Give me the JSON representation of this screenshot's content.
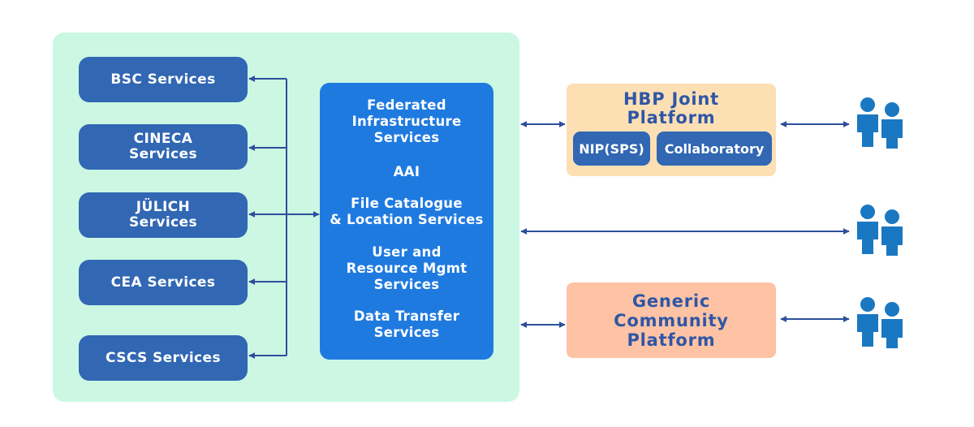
{
  "left_services": [
    {
      "label": "BSC Services"
    },
    {
      "label": "CINECA\nServices"
    },
    {
      "label": "JÜLICH\nServices"
    },
    {
      "label": "CEA Services"
    },
    {
      "label": "CSCS Services"
    }
  ],
  "federated": {
    "blocks": [
      "Federated\nInfrastructure\nServices",
      "AAI",
      "File Catalogue\n& Location Services",
      "User and\nResource Mgmt\nServices",
      "Data Transfer\nServices"
    ]
  },
  "hbp_platform": {
    "title": "HBP Joint\nPlatform",
    "nip_label": "NIP(SPS)",
    "collab_label": "Collaboratory"
  },
  "generic_platform": {
    "title": "Generic\nCommunity\nPlatform"
  },
  "icons": [
    "users-icon",
    "users-icon",
    "users-icon"
  ],
  "colors": {
    "panel_bg": "#ccf7e3",
    "service_box": "#3167b3",
    "federated_box": "#1f7ae0",
    "hbp_bg": "#fce0b4",
    "generic_bg": "#fdc3a4",
    "title_text": "#2f56a6",
    "arrow": "#2c4f9c",
    "users": "#1a78c2"
  }
}
